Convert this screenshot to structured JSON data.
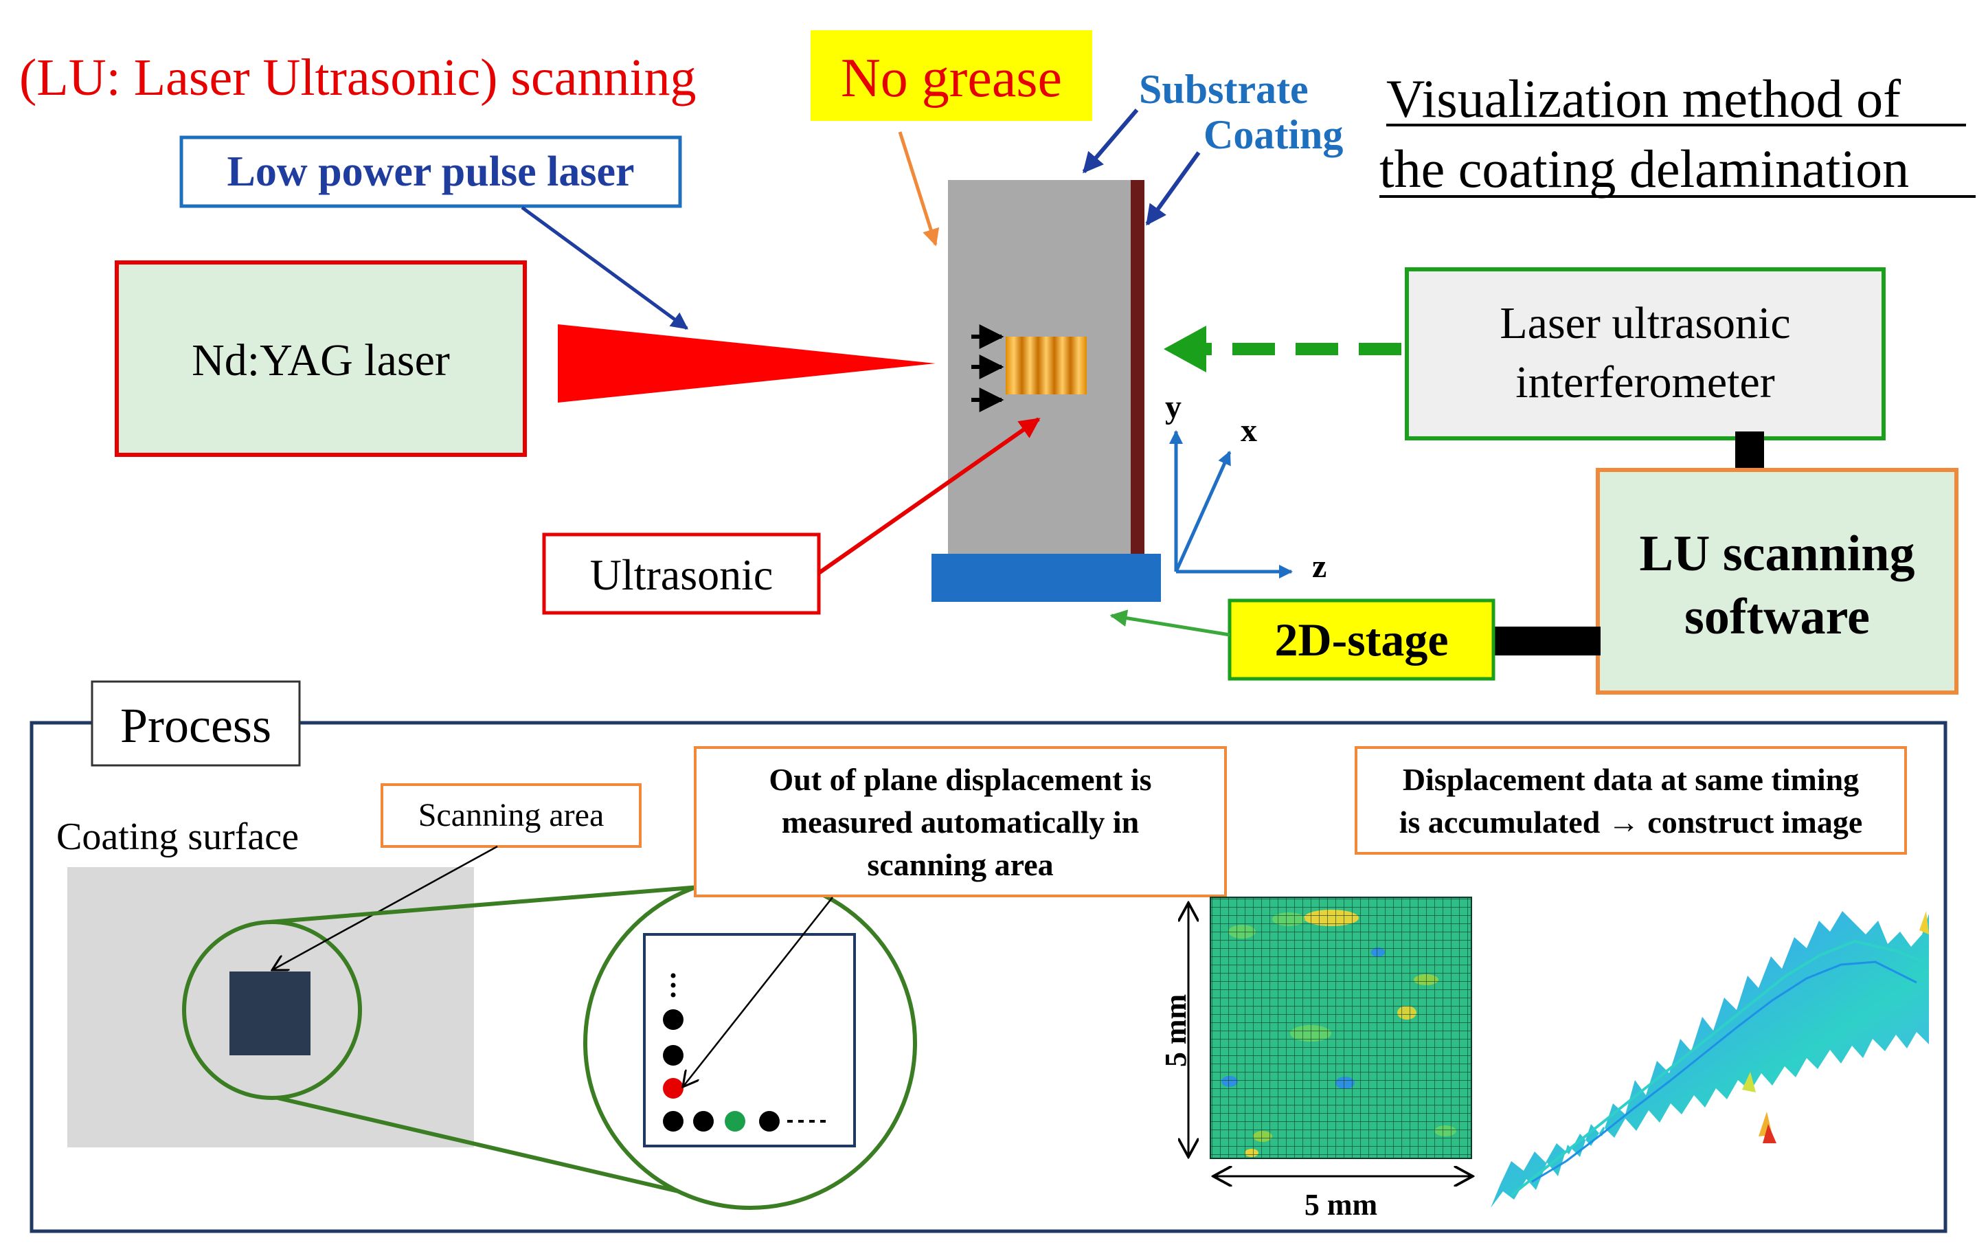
{
  "header": {
    "lu_scanning": "(LU: Laser Ultrasonic)  scanning",
    "no_grease": "No grease",
    "substrate": "Substrate",
    "coating": "Coating",
    "title_line1": "Visualization method of",
    "title_line2": "the coating delamination"
  },
  "setup": {
    "low_power_laser": "Low power pulse laser",
    "laser_source": "Nd:YAG laser",
    "ultrasonic": "Ultrasonic",
    "interferometer_line1": "Laser ultrasonic",
    "interferometer_line2": "interferometer",
    "software_line1": "LU scanning",
    "software_line2": "software",
    "stage": "2D-stage",
    "axis_x": "x",
    "axis_y": "y",
    "axis_z": "z"
  },
  "process": {
    "title": "Process",
    "coating_surface": "Coating surface",
    "scanning_area": "Scanning  area",
    "measure_line1": "Out of plane displacement is",
    "measure_line2": "measured automatically in",
    "measure_line3": "scanning area",
    "accumulate_line1": "Displacement data at same timing",
    "accumulate_line2": "is accumulated  → construct image",
    "dim_vertical": "5 mm",
    "dim_horizontal": "5 mm"
  },
  "colors": {
    "red": "#e60000",
    "blue_label": "#1f3d9e",
    "coating_label": "#1f6fbf",
    "green_border": "#1aa01a",
    "orange_border": "#f08a3a",
    "yellow": "#ffff00",
    "stage_blue": "#1f6fc4",
    "sample_gray": "#a9a9a9",
    "coating_brown": "#6b1a1a",
    "frame_navy": "#1f3864",
    "circle_green": "#3a7d23",
    "box_fill_green": "#dcefdc",
    "box_fill_gray": "#efefef"
  }
}
